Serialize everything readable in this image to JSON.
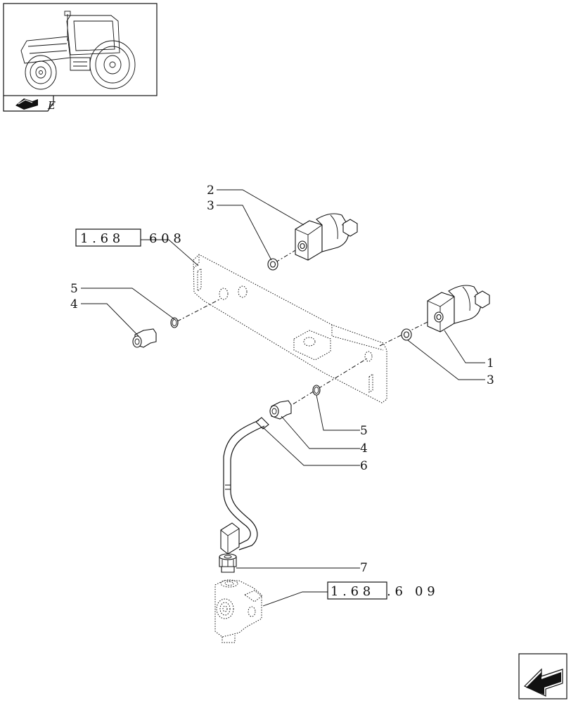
{
  "callouts": [
    {
      "label": "1"
    },
    {
      "label": "2"
    },
    {
      "label": "3"
    },
    {
      "label": "3"
    },
    {
      "label": "4"
    },
    {
      "label": "4"
    },
    {
      "label": "5"
    },
    {
      "label": "5"
    },
    {
      "label": "6"
    },
    {
      "label": "7"
    }
  ],
  "references": [
    {
      "boxed": "1 . 6 8",
      "rest": "6 0 8"
    },
    {
      "boxed": "1 . 6 8",
      "rest": ". 6   0 9"
    }
  ],
  "thumbnail": {
    "icon": "tractor-icon"
  },
  "header_tab": {
    "icon": "book-tab-icon",
    "label": "E"
  },
  "nav": {
    "icon": "arrow-next-icon"
  }
}
